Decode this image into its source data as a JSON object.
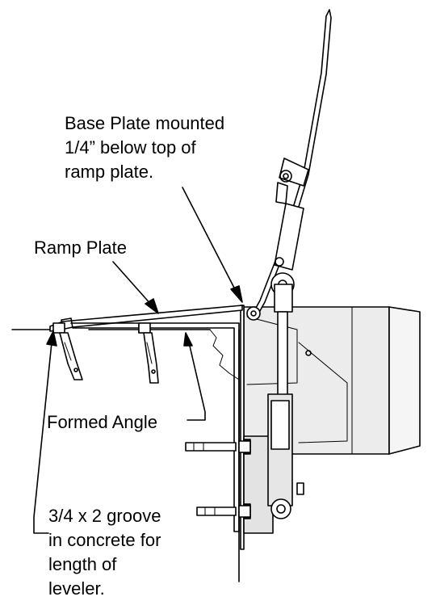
{
  "labels": {
    "base_plate": [
      "Base Plate mounted",
      "1/4” below top of",
      "ramp plate."
    ],
    "ramp_plate": "Ramp Plate",
    "formed_angle": "Formed Angle",
    "groove": [
      "3/4 x 2 groove",
      "in concrete for",
      "length of",
      "leveler."
    ]
  },
  "colors": {
    "line": "#000000",
    "shade": "#e6e6e6",
    "background": "#ffffff"
  }
}
